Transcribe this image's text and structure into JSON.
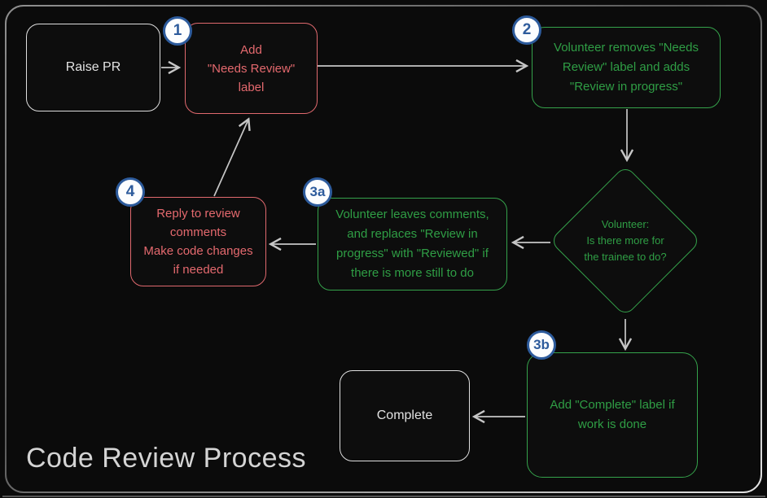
{
  "title": "Code Review Process",
  "nodes": {
    "raise_pr": {
      "label": "Raise PR"
    },
    "add_needs_review": {
      "badge": "1",
      "label": "Add\n\"Needs Review\"\nlabel"
    },
    "volunteer_removes": {
      "badge": "2",
      "label": "Volunteer removes \"Needs\nReview\" label and adds\n\"Review in progress\""
    },
    "decision": {
      "label": "Volunteer:\nIs there more for\nthe trainee to do?"
    },
    "volunteer_leaves": {
      "badge": "3a",
      "label": "Volunteer leaves comments,\nand replaces \"Review in\nprogress\" with \"Reviewed\" if\nthere is more still to do"
    },
    "reply_to_review": {
      "badge": "4",
      "label": "Reply to review\ncomments\nMake code changes\nif needed"
    },
    "add_complete": {
      "badge": "3b",
      "label": "Add \"Complete\" label if\nwork is done"
    },
    "complete": {
      "label": "Complete"
    }
  },
  "colors": {
    "red_accent": "#e0696e",
    "green_accent": "#2f9e45",
    "badge_blue": "#2d5b9c",
    "badge_background": "#fcfdfe",
    "arrow_gray": "#c6c6c6",
    "frame_gray": "#9c9c9c",
    "white_node": "#dedede",
    "title_gray": "#d4d4d4",
    "background": "#0b0b0b"
  }
}
